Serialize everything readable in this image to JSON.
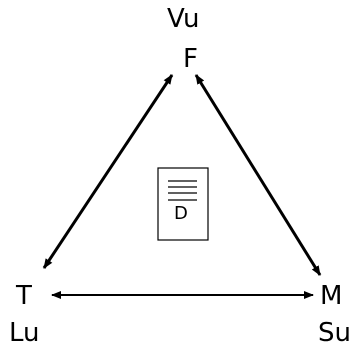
{
  "nodes": {
    "top": {
      "upper": "Vu",
      "main": "F"
    },
    "left": {
      "main": "T",
      "lower": "Lu"
    },
    "right": {
      "main": "M",
      "lower": "Su"
    }
  },
  "center_document": {
    "letter": "D"
  },
  "edges": [
    {
      "from": "F",
      "to": "T",
      "direction": "bidirectional"
    },
    {
      "from": "F",
      "to": "M",
      "direction": "bidirectional"
    },
    {
      "from": "T",
      "to": "M",
      "direction": "bidirectional"
    }
  ]
}
